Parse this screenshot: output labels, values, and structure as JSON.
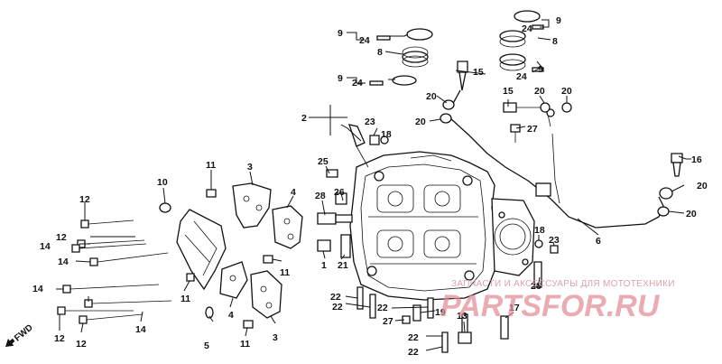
{
  "callouts": [
    "1",
    "2",
    "3",
    "4",
    "5",
    "6",
    "8",
    "9",
    "10",
    "11",
    "12",
    "13",
    "14",
    "15",
    "16",
    "17",
    "18",
    "19",
    "20",
    "21",
    "22",
    "23",
    "24",
    "25",
    "26",
    "27",
    "28"
  ],
  "direction_label": "FWD",
  "watermark": {
    "tagline": "ЗАПЧАСТИ И АКСЕССУАРЫ ДЛЯ МОТОТЕХНИКИ",
    "brand": "PARTSFOR.RU"
  }
}
